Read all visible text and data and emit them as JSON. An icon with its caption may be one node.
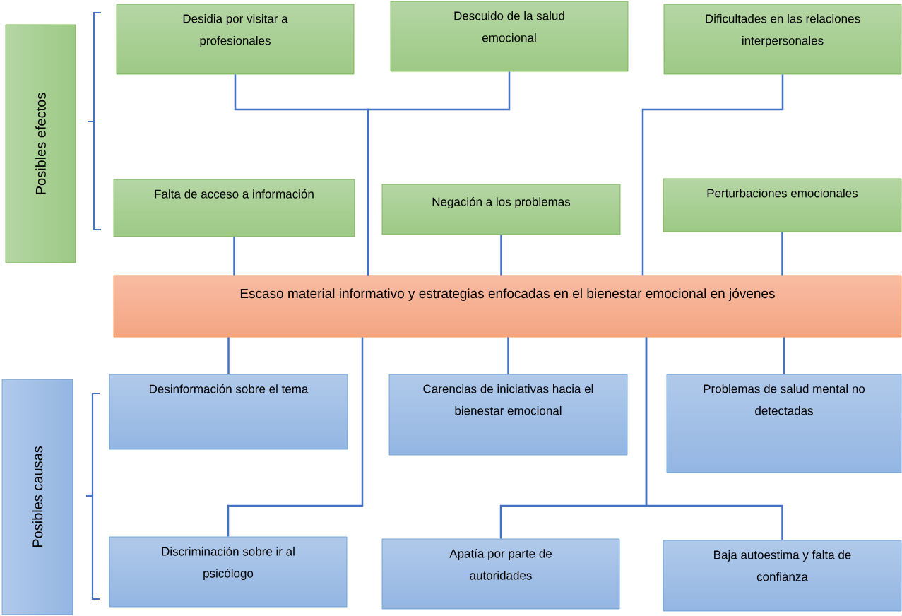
{
  "diagram": {
    "nodes": [
      {
        "text": [
          "Posibles efectos"
        ]
      },
      {
        "text": [
          "Desidia por visitar a profesionales"
        ]
      },
      {
        "text": [
          "Descuido de la salud emocional"
        ]
      },
      {
        "text": [
          "Dificultades en las relaciones interpersonales"
        ]
      },
      {
        "text": [
          "Falta de acceso a información"
        ]
      },
      {
        "text": [
          "Negación a los problemas"
        ]
      },
      {
        "text": [
          "Perturbaciones emocionales"
        ]
      },
      {
        "text": [
          "Escaso material informativo y estrategias enfocadas en el bienestar emocional en jóvenes"
        ]
      },
      {
        "text": [
          "Posibles causas"
        ]
      },
      {
        "text": [
          "Desinformación sobre el tema"
        ]
      },
      {
        "text": [
          "Carencias de iniciativas hacia el bienestar emocional"
        ]
      },
      {
        "text": [
          "Problemas de salud mental no detectadas"
        ]
      },
      {
        "text": [
          "Discriminación sobre ir al psicólogo"
        ]
      },
      {
        "text": [
          "Apatía por parte de autoridades"
        ]
      },
      {
        "text": [
          "Baja autoestima y falta de confianza"
        ]
      }
    ],
    "edges": [
      {
        "from": 1,
        "to": 7,
        "arrow": "none"
      },
      {
        "from": 2,
        "to": 7,
        "arrow": "none"
      },
      {
        "from": 3,
        "to": 7,
        "arrow": "none"
      },
      {
        "from": 4,
        "to": 7,
        "arrow": "none"
      },
      {
        "from": 5,
        "to": 7,
        "arrow": "none"
      },
      {
        "from": 6,
        "to": 7,
        "arrow": "none"
      },
      {
        "from": 9,
        "to": 7,
        "arrow": "none"
      },
      {
        "from": 10,
        "to": 7,
        "arrow": "none"
      },
      {
        "from": 11,
        "to": 7,
        "arrow": "none"
      },
      {
        "from": 12,
        "to": 7,
        "arrow": "none"
      },
      {
        "from": 13,
        "to": 7,
        "arrow": "none"
      },
      {
        "from": 14,
        "to": 7,
        "arrow": "none"
      }
    ]
  }
}
